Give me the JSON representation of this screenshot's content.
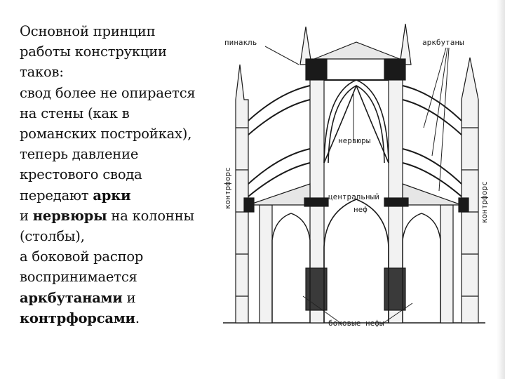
{
  "text": {
    "l1": "Основной принцип",
    "l2": "работы конструкции",
    "l3": "таков:",
    "l4": "свод более не опирается",
    "l5": "на стены (как в",
    "l6": "романских постройках),",
    "l7": "теперь давление",
    "l8": "крестового свода",
    "l9_pre": "передают ",
    "l9_b": "арки",
    "l10_pre": "и ",
    "l10_b": "нервюры",
    "l10_post": " на колонны",
    "l11": "(столбы),",
    "l12": "а боковой распор",
    "l13": "воспринимается",
    "l14_b": "аркбутанами",
    "l14_post": " и",
    "l15_b": "контрфорсами",
    "l15_post": "."
  },
  "diagram": {
    "pinnacle": "пинакль",
    "flying_buttresses": "аркбутаны",
    "ribs": "нервюры",
    "nave_1": "центральный",
    "nave_2": "неф",
    "side_aisles": "боковые нефы",
    "buttress_left": "контрфорс",
    "buttress_right": "контрфорс"
  },
  "colors": {
    "text": "#111111",
    "ink": "#1a1a1a",
    "stone": "#f2f2f2"
  }
}
